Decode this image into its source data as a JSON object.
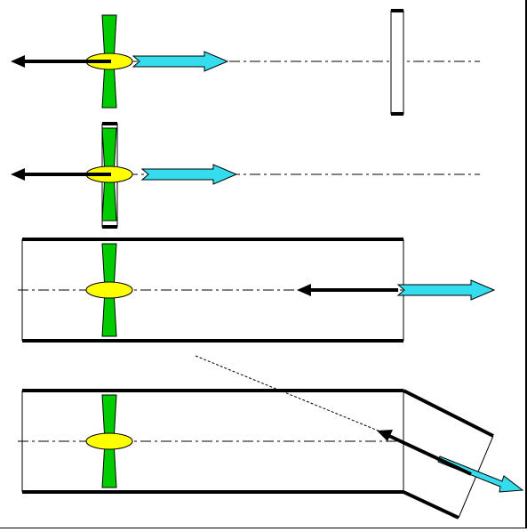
{
  "figure": {
    "panels": [
      "fan-free",
      "fan-in-ring",
      "fan-in-duct",
      "fan-in-duct-bent-exit"
    ]
  },
  "colors": {
    "blade": "#00cc00",
    "hub": "#ffff00",
    "outflow_arrow": "#33ddee",
    "thrust_arrow": "#000000",
    "structure": "#000000"
  },
  "icons": {
    "fan": "propeller-icon",
    "thrust": "arrow-left-icon",
    "flow": "arrow-right-icon"
  }
}
